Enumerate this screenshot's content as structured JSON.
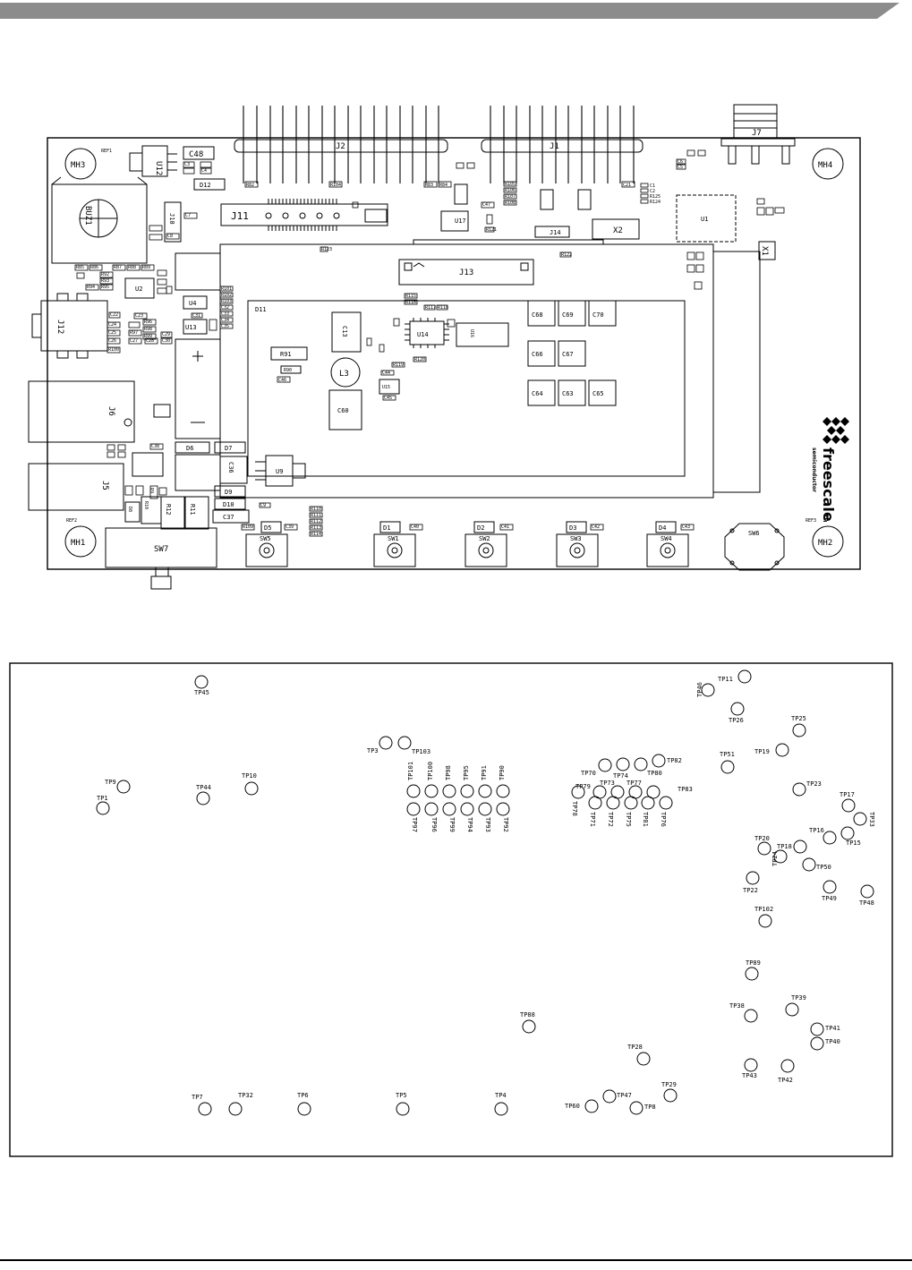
{
  "top_view": {
    "mounting_holes": [
      "MH3",
      "MH4",
      "MH1",
      "MH2"
    ],
    "fiducials": [
      "REF1",
      "REF2",
      "REF3"
    ],
    "connectors": {
      "J2": "J2",
      "J1": "J1",
      "J7": "J7",
      "J11": "J11",
      "J13": "J13",
      "J12": "J12",
      "J6": "J6",
      "J5": "J5",
      "J14": "J14",
      "J10": "J10"
    },
    "ics": {
      "U12": "U12",
      "U2": "U2",
      "U4": "U4",
      "U13": "U13",
      "U14": "U14",
      "U15": "U15",
      "U16": "U16",
      "U17": "U17",
      "U1": "U1",
      "U9": "U9"
    },
    "large_caps": [
      "C68",
      "C69",
      "C70",
      "C66",
      "C67",
      "C64",
      "C63",
      "C65"
    ],
    "other_caps": {
      "C48": "C48",
      "C60": "C60",
      "C36": "C36",
      "C37": "C37",
      "C13": "C13"
    },
    "diodes": {
      "D12": "D12",
      "D11": "D11",
      "D6": "D6",
      "D7": "D7",
      "D9": "D9",
      "D10": "D10",
      "D8": "D8"
    },
    "resistors": {
      "R91": "R91",
      "R90": "R90",
      "R12": "R12",
      "R11": "R11",
      "R10": "R10",
      "R9": "R9"
    },
    "misc": {
      "BUZ1": "BUZ1",
      "L3": "L3",
      "X1": "X1",
      "X2": "X2",
      "SW7": "SW7",
      "SW6": "SW6"
    },
    "leds": [
      "D5",
      "D1",
      "D2",
      "D3",
      "D4"
    ],
    "switches": [
      "SW5",
      "SW1",
      "SW2",
      "SW3",
      "SW4"
    ],
    "brand": {
      "name": "freescale",
      "sub": "semiconductor",
      "tm": "TM"
    },
    "tiny_labels": [
      "R82",
      "R83",
      "R84",
      "R85",
      "R86",
      "R87",
      "R88",
      "R89",
      "R92",
      "R93",
      "R94",
      "R95",
      "R96",
      "R97",
      "R98",
      "R99",
      "R100",
      "R101",
      "R102",
      "R103",
      "R104",
      "R105",
      "R106",
      "R107",
      "R108",
      "R109",
      "R110",
      "R111",
      "R112",
      "R113",
      "R114",
      "R115",
      "R116",
      "R117",
      "R118",
      "R119",
      "R120",
      "R121",
      "R122",
      "R123",
      "R124",
      "R125",
      "C1",
      "C2",
      "C3",
      "C4",
      "C5",
      "C6",
      "C7",
      "C8",
      "C9",
      "C10",
      "C11",
      "C12",
      "C14",
      "C15",
      "C16",
      "C17",
      "C18",
      "C19",
      "C20",
      "C21",
      "C22",
      "C23",
      "C24",
      "C25",
      "C26",
      "C27",
      "C28",
      "C29",
      "C30",
      "C31",
      "C32",
      "C33",
      "C34",
      "C35",
      "C38",
      "C39",
      "C40",
      "C41",
      "C42",
      "C43",
      "C44",
      "C45",
      "C46",
      "C47"
    ]
  },
  "bottom_view": {
    "test_points": [
      "TP45",
      "TP3",
      "TP103",
      "TP9",
      "TP1",
      "TP44",
      "TP10",
      "TP101",
      "TP100",
      "TP98",
      "TP95",
      "TP91",
      "TP90",
      "TP97",
      "TP96",
      "TP99",
      "TP94",
      "TP93",
      "TP92",
      "TP70",
      "TP74",
      "TP80",
      "TP82",
      "TP79",
      "TP73",
      "TP77",
      "TP83",
      "TP78",
      "TP71",
      "TP72",
      "TP75",
      "TP81",
      "TP76",
      "TP11",
      "TP46",
      "TP26",
      "TP25",
      "TP51",
      "TP19",
      "TP23",
      "TP17",
      "TP33",
      "TP16",
      "TP15",
      "TP20",
      "TP18",
      "TP24",
      "TP50",
      "TP22",
      "TP49",
      "TP48",
      "TP102",
      "TP89",
      "TP38",
      "TP39",
      "TP41",
      "TP40",
      "TP43",
      "TP42",
      "TP88",
      "TP28",
      "TP29",
      "TP47",
      "TP60",
      "TP8",
      "TP7",
      "TP32",
      "TP6",
      "TP5",
      "TP4"
    ]
  }
}
